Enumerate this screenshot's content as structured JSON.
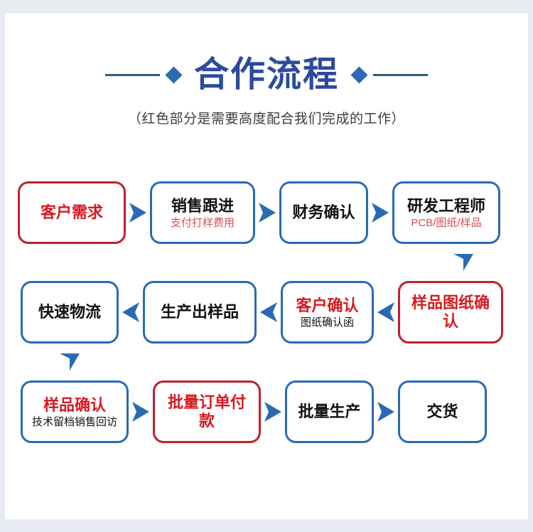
{
  "header": {
    "title": "合作流程",
    "subtitle": "（红色部分是需要高度配合我们完成的工作）",
    "left_rule": "horizontal-rule",
    "right_rule": "horizontal-rule",
    "left_diamond": "diamond",
    "right_diamond": "diamond"
  },
  "colors": {
    "page_background": "#e8ecf2",
    "card_background": "#ffffff",
    "title_blue": "#2c4b9e",
    "box_blue": "#2a6ab4",
    "box_red": "#c0202c",
    "text_red": "#d71920",
    "sub_red": "#d94f4f",
    "rule_teal": "#2c5f7c",
    "arrow_blue": "#2a6ab4",
    "text_black": "#111111",
    "subtitle_gray": "#3c3c3c"
  },
  "flow": {
    "rows": [
      {
        "direction": "right",
        "boxes": [
          {
            "title": "客户需求",
            "subtitle": "",
            "border": "red",
            "title_color": "red",
            "subtitle_color": "",
            "width": 152
          },
          {
            "title": "销售跟进",
            "subtitle": "支付打样费用",
            "border": "blue",
            "title_color": "black",
            "subtitle_color": "red",
            "width": 148
          },
          {
            "title": "财务确认",
            "subtitle": "",
            "border": "blue",
            "title_color": "black",
            "subtitle_color": "",
            "width": 125
          },
          {
            "title": "研发工程师",
            "subtitle": "PCB/图纸/样品",
            "border": "blue",
            "title_color": "black",
            "subtitle_color": "red",
            "width": 152
          }
        ]
      },
      {
        "direction": "left",
        "boxes": [
          {
            "title": "快速物流",
            "subtitle": "",
            "border": "blue",
            "title_color": "black",
            "subtitle_color": "",
            "width": 138
          },
          {
            "title": "生产出样品",
            "subtitle": "",
            "border": "blue",
            "title_color": "black",
            "subtitle_color": "",
            "width": 160
          },
          {
            "title": "客户确认",
            "subtitle": "图纸确认函",
            "border": "blue",
            "title_color": "red",
            "subtitle_color": "black",
            "width": 131
          },
          {
            "title": "样品图纸确认",
            "subtitle": "",
            "border": "red",
            "title_color": "red",
            "subtitle_color": "",
            "width": 148,
            "two_line": true
          }
        ]
      },
      {
        "direction": "right",
        "boxes": [
          {
            "title": "样品确认",
            "subtitle": "技术留档销售回访",
            "border": "blue",
            "title_color": "red",
            "subtitle_color": "black",
            "width": 152
          },
          {
            "title": "批量订单付款",
            "subtitle": "",
            "border": "red",
            "title_color": "red",
            "subtitle_color": "",
            "width": 152,
            "two_line": true
          },
          {
            "title": "批量生产",
            "subtitle": "",
            "border": "blue",
            "title_color": "black",
            "subtitle_color": "",
            "width": 125
          },
          {
            "title": "交货",
            "subtitle": "",
            "border": "blue",
            "title_color": "black",
            "subtitle_color": "",
            "width": 125
          }
        ]
      }
    ],
    "vertical_connectors": [
      {
        "from": "研发工程师",
        "to": "样品图纸确认",
        "direction": "down"
      },
      {
        "from": "快速物流",
        "to": "样品确认",
        "direction": "down"
      }
    ]
  }
}
